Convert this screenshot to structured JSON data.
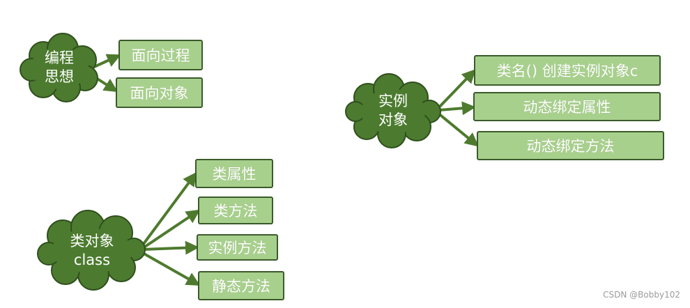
{
  "colors": {
    "cloud_fill": "#4c7b2f",
    "cloud_stroke": "#2f4f1d",
    "box_fill": "#a8d08d",
    "box_border": "#3a5a2a",
    "arrow": "#4e7a2e",
    "text": "#ffffff"
  },
  "group1": {
    "cloud": {
      "line1": "编程",
      "line2": "思想"
    },
    "boxes": [
      "面向过程",
      "面向对象"
    ]
  },
  "group2": {
    "cloud": {
      "line1": "实例",
      "line2": "对象"
    },
    "boxes": [
      "类名()  创建实例对象c",
      "动态绑定属性",
      "动态绑定方法"
    ]
  },
  "group3": {
    "cloud": {
      "line1": "类对象",
      "line2": "class"
    },
    "boxes": [
      "类属性",
      "类方法",
      "实例方法",
      "静态方法"
    ]
  },
  "watermark": "CSDN @Bobby102"
}
